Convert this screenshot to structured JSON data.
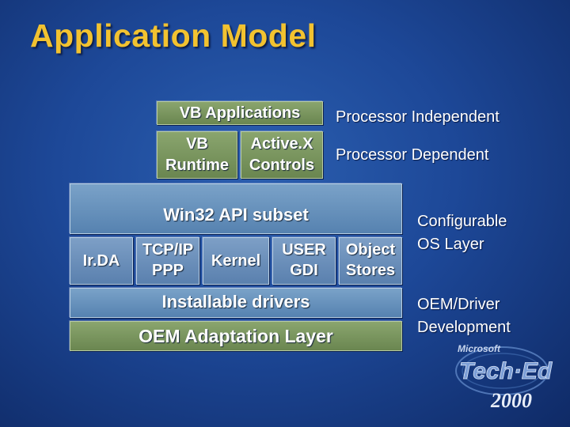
{
  "title": "Application Model",
  "stack": {
    "vb_applications": "VB Applications",
    "vb_runtime_line1": "VB",
    "vb_runtime_line2": "Runtime",
    "activex_line1": "Active.X",
    "activex_line2": "Controls",
    "win32": "Win32 API subset",
    "irda": "Ir.DA",
    "tcpip_line1": "TCP/IP",
    "tcpip_line2": "PPP",
    "kernel": "Kernel",
    "user_line1": "USER",
    "user_line2": "GDI",
    "object_line1": "Object",
    "object_line2": "Stores",
    "installable_drivers": "Installable drivers",
    "oem_layer": "OEM Adaptation Layer"
  },
  "labels": {
    "processor_independent": "Processor Independent",
    "processor_dependent": "Processor Dependent",
    "configurable_line1": "Configurable",
    "configurable_line2": "OS Layer",
    "oem_driver_line1": "OEM/Driver",
    "oem_driver_line2": "Development"
  },
  "logo": {
    "brand": "Microsoft",
    "name": "Tech·Ed",
    "year": "2000"
  },
  "colors": {
    "title": "#f2c230",
    "background": "#1d4898",
    "green_box": "#7a965e",
    "blue_box": "#6a92bc"
  }
}
